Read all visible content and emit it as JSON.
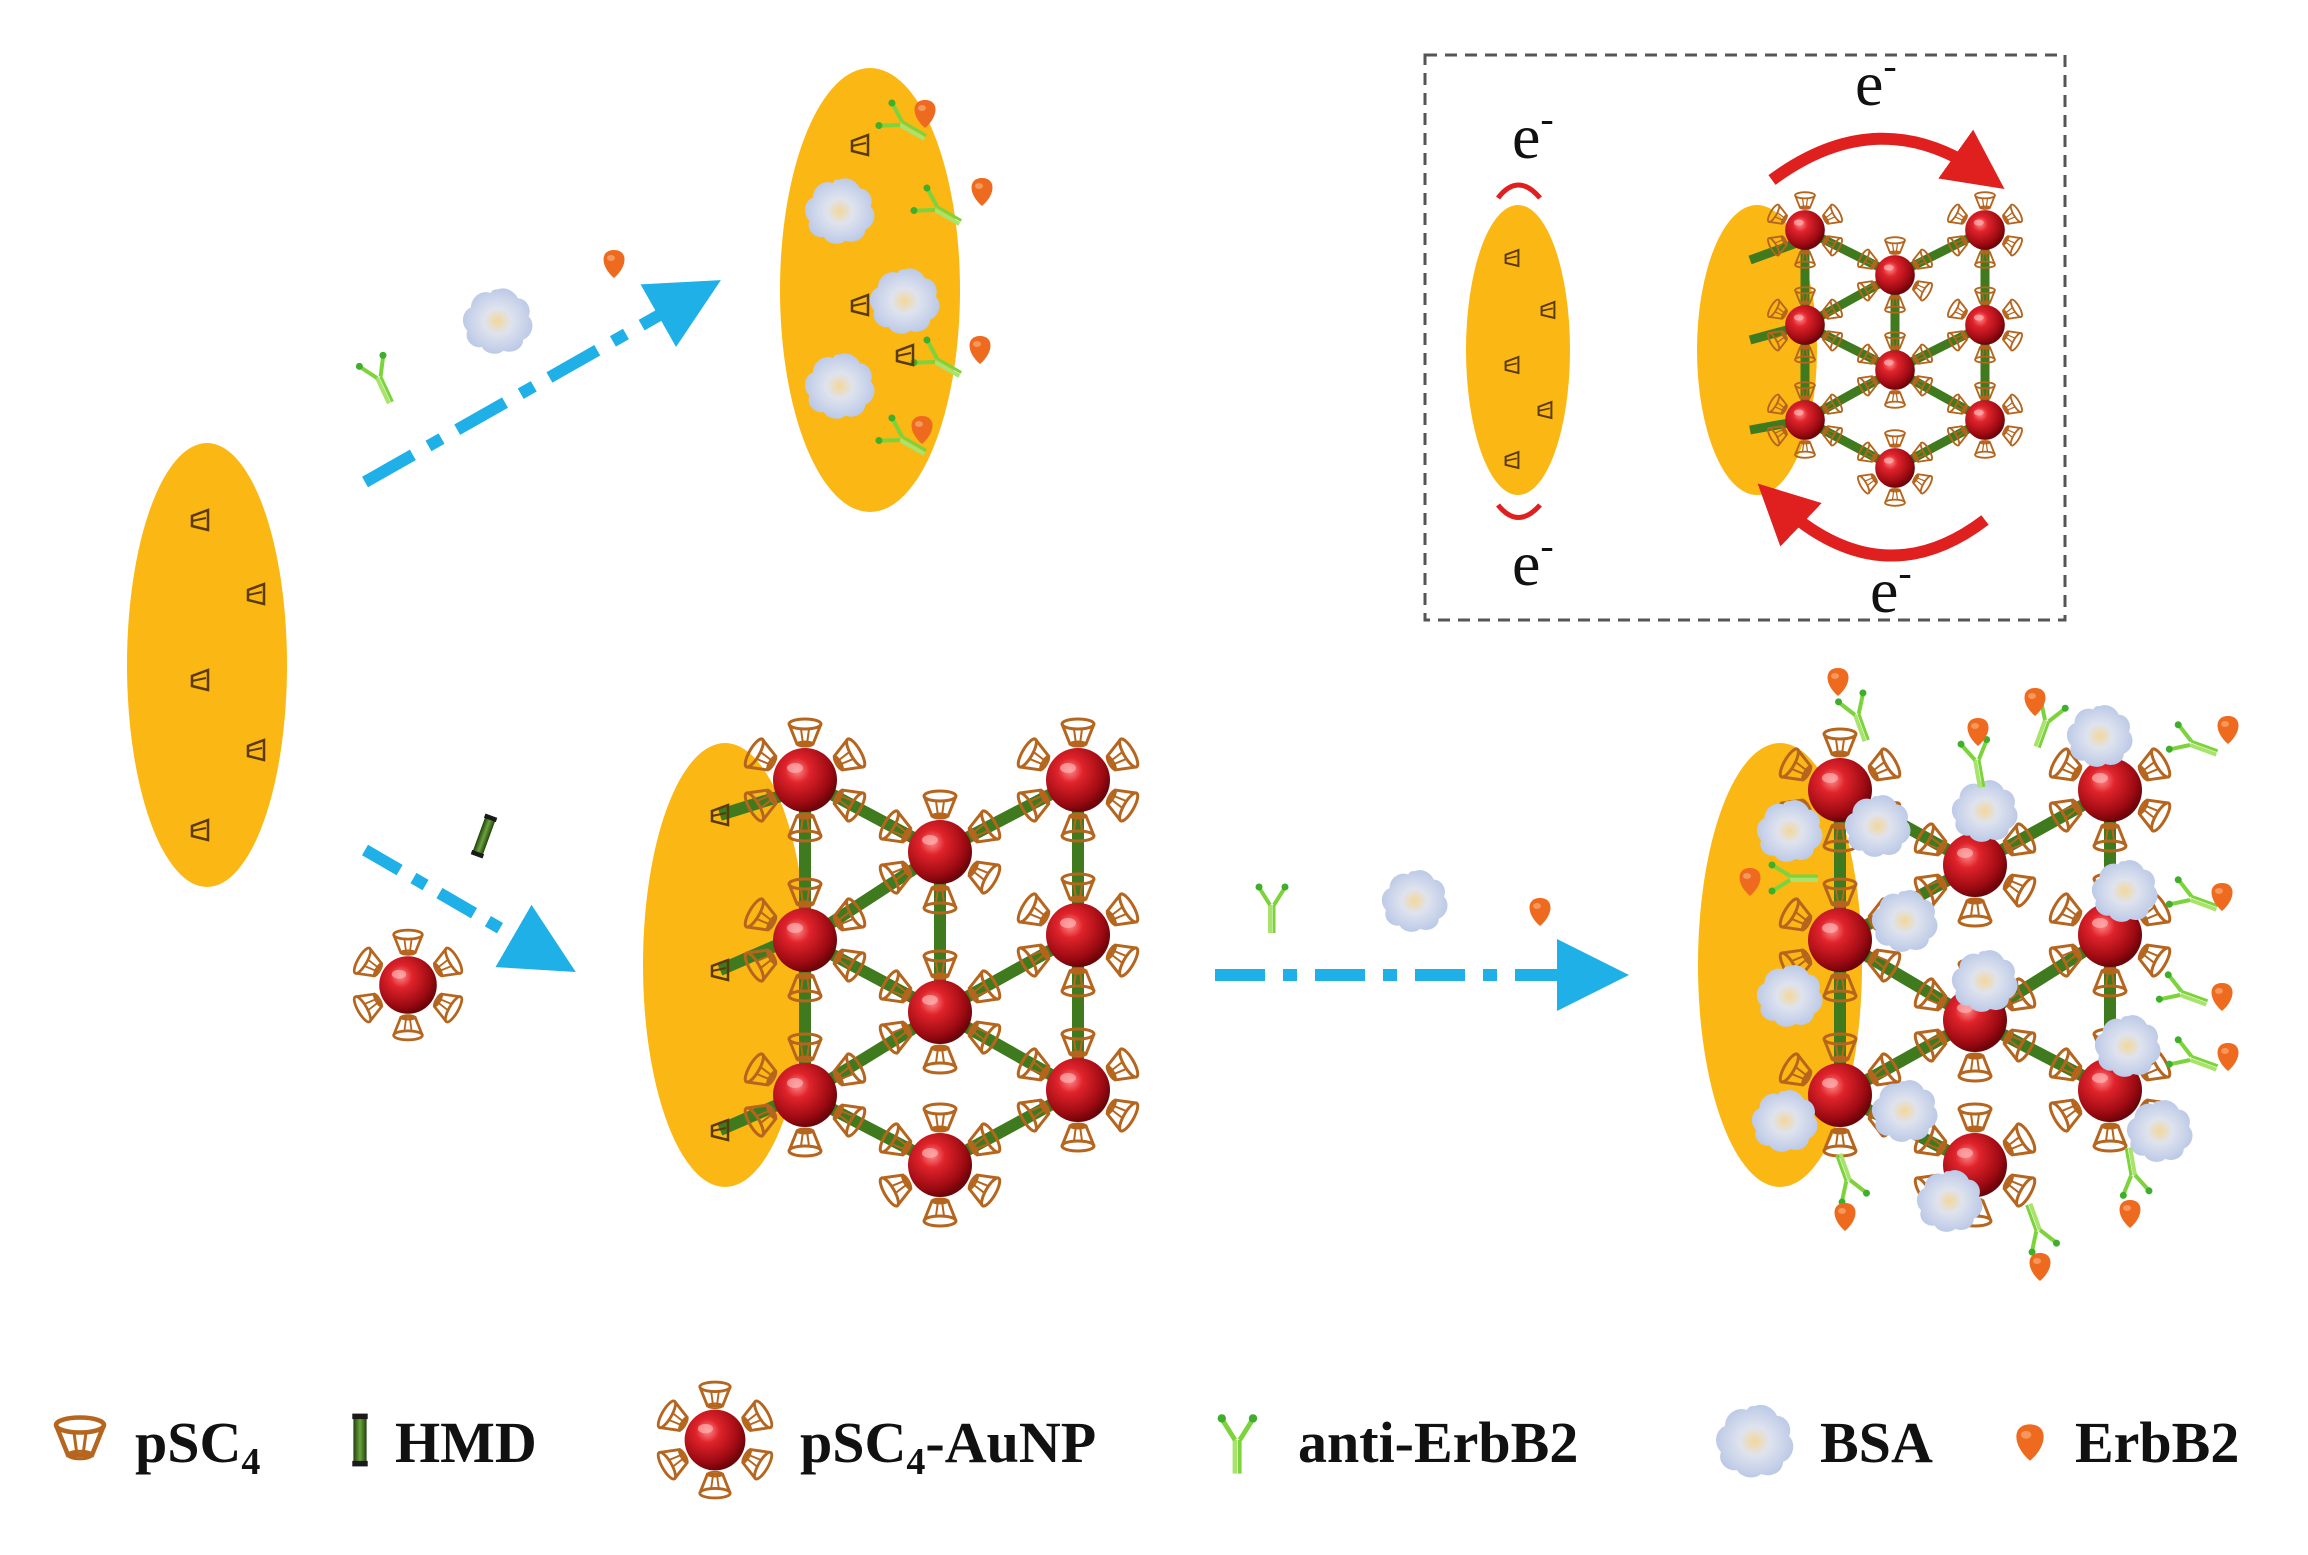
{
  "inset": {
    "electron_label": "e",
    "electron_sign": "-"
  },
  "legend": {
    "items": [
      {
        "key": "psc4",
        "label": "pSC",
        "sub": "4",
        "icon": "psc4-cup-icon"
      },
      {
        "key": "hmd",
        "label": "HMD",
        "icon": "hmd-linker-icon"
      },
      {
        "key": "psc4-aunp",
        "label": "pSC",
        "sub": "4",
        "suffix": "-AuNP",
        "icon": "aunp-sphere-icon"
      },
      {
        "key": "anti-erbb2",
        "label": "anti-ErbB2",
        "icon": "antibody-icon"
      },
      {
        "key": "bsa",
        "label": "BSA",
        "icon": "bsa-cloud-icon"
      },
      {
        "key": "erbb2",
        "label": "ErbB2",
        "icon": "erbb2-drop-icon"
      }
    ]
  },
  "colors": {
    "electrode": "#FBB714",
    "gold_np": "#C8101A",
    "linker": "#3F7A1E",
    "cup": "#B5651D",
    "antibody": "#7CD33B",
    "bsa": "#C9D5EC",
    "erbb2": "#EE6A1F",
    "arrow_blue": "#1FB0E8",
    "electron_arrow": "#E0201E"
  }
}
